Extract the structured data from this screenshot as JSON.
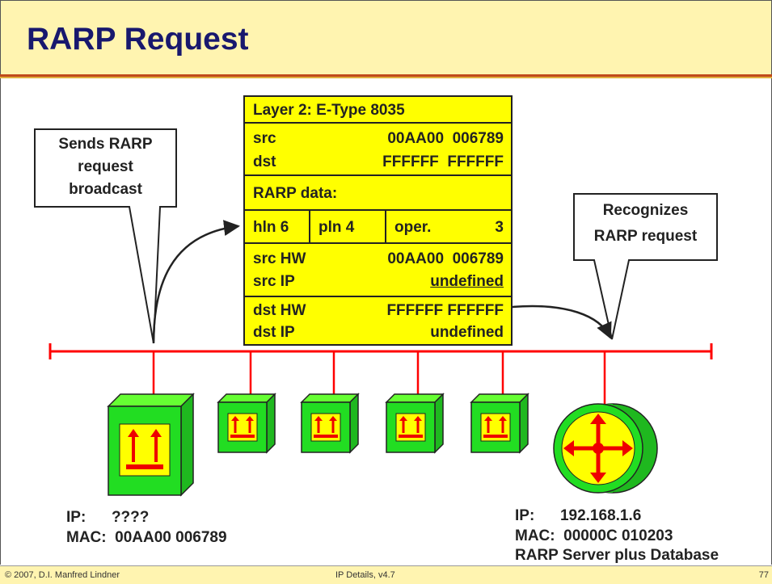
{
  "title": "RARP  Request",
  "footer": {
    "copyright": "© 2007, D.I. Manfred Lindner",
    "center": "IP Details, v4.7",
    "page": "77"
  },
  "callouts": {
    "left": [
      "Sends RARP",
      "request",
      "broadcast"
    ],
    "right": [
      "Recognizes",
      "RARP request"
    ]
  },
  "frame": {
    "layer2": "Layer 2: E-Type 8035",
    "src_label": "src",
    "src_value": "00AA00  006789",
    "dst_label": "dst",
    "dst_value": "FFFFFF  FFFFFF",
    "rarp_data": "RARP data:",
    "hln": "hln 6",
    "pln": "pln 4",
    "oper_label": "oper.",
    "oper_value": "3",
    "src_hw_label": "src HW",
    "src_hw_value": "00AA00  006789",
    "src_ip_label": "src IP",
    "src_ip_value": "undefined",
    "dst_hw_label": "dst HW",
    "dst_hw_value": "FFFFFF FFFFFF",
    "dst_ip_label": "dst IP",
    "dst_ip_value": "undefined"
  },
  "client": {
    "ip_line": "IP:      ????",
    "mac_line": "MAC:  00AA00 006789"
  },
  "server": {
    "ip_line": "IP:      192.168.1.6",
    "mac_line": "MAC:  00000C 010203",
    "role": "RARP Server plus Database"
  },
  "colors": {
    "bus": "#ff0000",
    "frame": "#ffff00",
    "host_side": "#22dd22",
    "host_top": "#66ff33",
    "host_face": "#ffff00",
    "title": "#18186e",
    "header_bg": "#fff4b0"
  }
}
